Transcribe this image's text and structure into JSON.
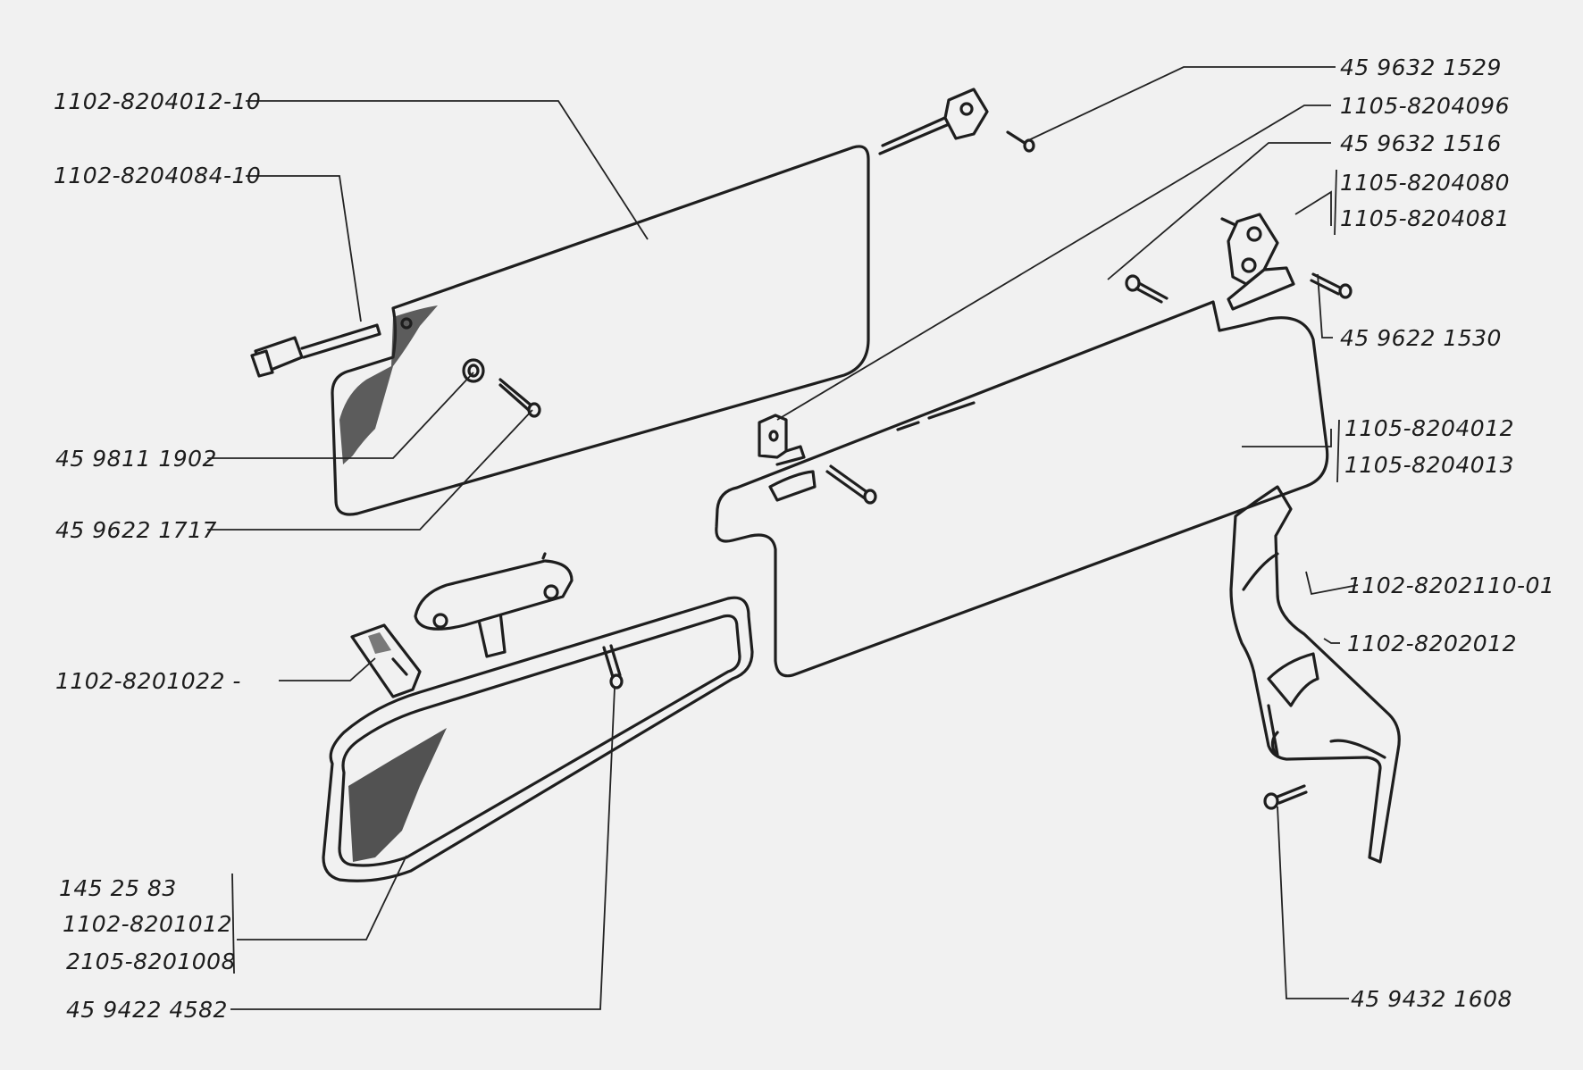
{
  "labels": {
    "p_1102_8204012_10": "1102-8204012-10",
    "p_1102_8204084_10": "1102-8204084-10",
    "p_45_9632_1529": "45 9632 1529",
    "p_1105_8204096": "1105-8204096",
    "p_45_9632_1516": "45 9632 1516",
    "p_1105_8204080": "1105-8204080",
    "p_1105_8204081": "1105-8204081",
    "p_45_9622_1530": "45 9622 1530",
    "p_1105_8204012": "1105-8204012",
    "p_1105_8204013": "1105-8204013",
    "p_45_9811_1902": "45 9811 1902",
    "p_45_9622_1717": "45 9622 1717",
    "p_1102_8202110_01": "1102-8202110-01",
    "p_1102_8202012": "1102-8202012",
    "p_1102_8201022": "1102-8201022 -",
    "p_145_25_83": "145 25 83",
    "p_1102_8201012": "1102-8201012",
    "p_2105_8201008": "2105-8201008",
    "p_45_9422_4582": "45 9422 4582",
    "p_45_9432_1608": "45 9432 1608"
  }
}
